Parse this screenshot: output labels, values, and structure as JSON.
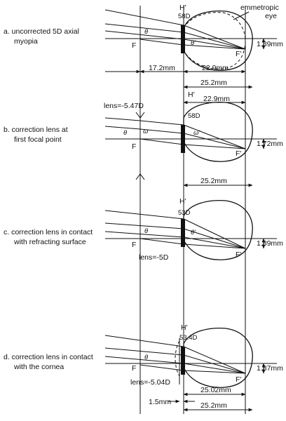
{
  "panels": [
    {
      "caption_line1": "a. uncorrected 5D axial",
      "caption_line2": "myopia",
      "top_note": "emmetropic",
      "top_note2": "eye",
      "H_label": "H'",
      "power_label": "58D",
      "angle_label": "θ",
      "angle_label2": "θ'",
      "F_label": "F",
      "F2_label": "F'",
      "image_size": "1.89mm",
      "dim1": "17.2mm",
      "dim2": "22.9mm",
      "dim3": "25.2mm"
    },
    {
      "caption_line1": "b. correction lens at",
      "caption_line2": "first focal point",
      "lens_label": "lens=-5.47D",
      "H_label": "H'",
      "power_label": "58D",
      "angle_label": "θ",
      "omega_label": "ω",
      "omega2_label": "ω'",
      "F_label": "F",
      "F2_label": "F'",
      "image_size": "1.72mm",
      "dim2": "22.9mm",
      "dim3": "25.2mm"
    },
    {
      "caption_line1": "c. correction lens in contact",
      "caption_line2": "with refracting surface",
      "lens_label": "lens=-5D",
      "H_label": "H'",
      "power_label": "53D",
      "angle_label": "θ",
      "angle_label2": "θ'",
      "F_label": "F",
      "F2_label": "F'",
      "image_size": "1.89mm"
    },
    {
      "caption_line1": "d. correction lens in contact",
      "caption_line2": "with the cornea",
      "lens_label": "lens=-5.04D",
      "H_label": "H'",
      "power_label": "53.4D",
      "angle_label": "θ",
      "F_label": "F",
      "F2_label": "F'",
      "image_size": "1.87mm",
      "dim_small": "1.5mm",
      "dim2": "25.02mm",
      "dim3": "25.2mm"
    }
  ]
}
